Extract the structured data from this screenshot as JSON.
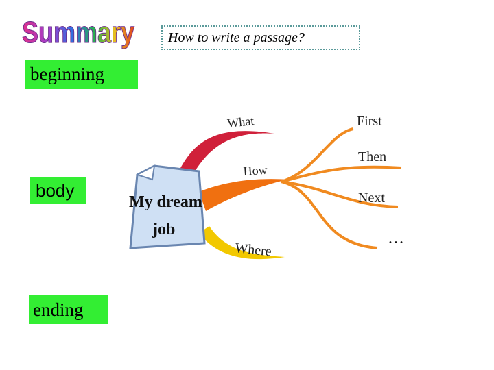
{
  "title": "Summary",
  "question": "How to write a passage?",
  "labels": {
    "beginning": "beginning",
    "body": "body",
    "ending": "ending"
  },
  "mindmap": {
    "center": {
      "line1": "My dream",
      "line2": "job"
    },
    "branches": {
      "what": "What",
      "how": "How",
      "where": "Where"
    },
    "steps": [
      "First",
      "Then",
      "Next",
      "…"
    ]
  },
  "colors": {
    "label_bg": "#33ee33",
    "what_branch": "#d0203a",
    "how_branch": "#f07010",
    "where_branch": "#f2c800",
    "box_border": "#5a9a9a"
  }
}
